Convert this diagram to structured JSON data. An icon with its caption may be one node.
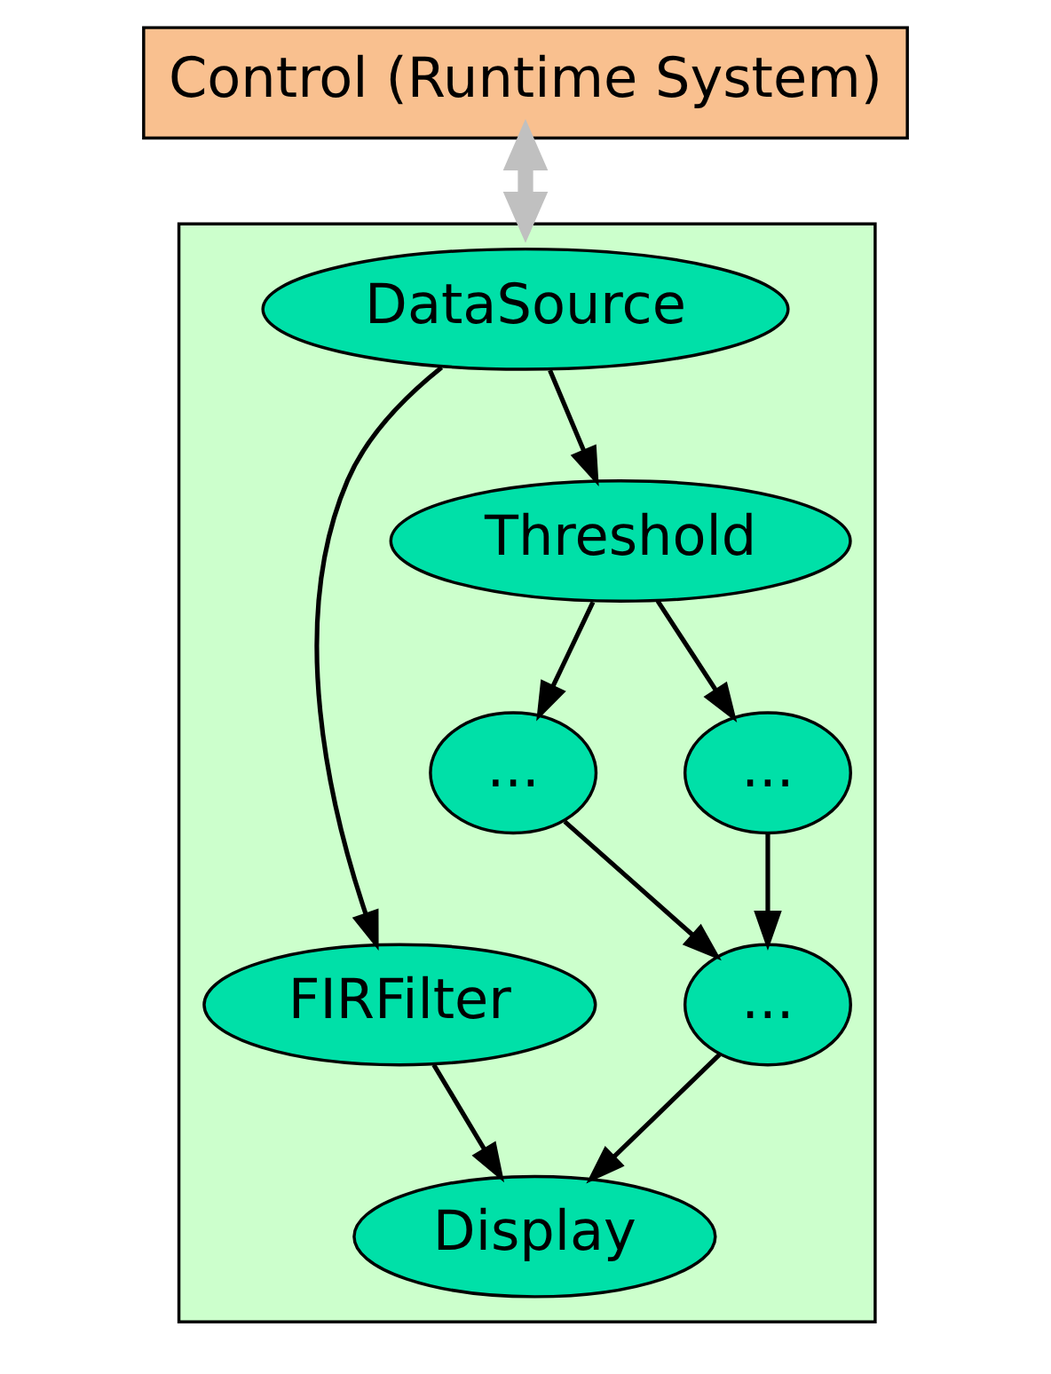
{
  "diagram": {
    "nodes": [
      {
        "text": [
          "Control (Runtime System)"
        ]
      },
      {
        "text": [],
        "shape": "box"
      },
      {
        "text": [
          "DataSource"
        ],
        "in": 1
      },
      {
        "text": [
          "FIRFilter"
        ],
        "in": 1
      },
      {
        "text": [
          "Threshold"
        ],
        "in": 1
      },
      {
        "text": [
          "..."
        ],
        "in": 1
      },
      {
        "text": [
          "..."
        ],
        "in": 1
      },
      {
        "text": [
          "..."
        ],
        "in": 1
      },
      {
        "text": [
          "Display"
        ],
        "in": 1
      }
    ],
    "edges": [
      {
        "from": 0,
        "to": 1,
        "arrow": "both",
        "style": "thick",
        "color": "#c0c0c0"
      },
      {
        "from": 2,
        "to": 3,
        "arrow": "to"
      },
      {
        "from": 2,
        "to": 4,
        "arrow": "to"
      },
      {
        "from": 3,
        "to": 8,
        "arrow": "to"
      },
      {
        "from": 4,
        "to": 5,
        "arrow": "to"
      },
      {
        "from": 4,
        "to": 6,
        "arrow": "to"
      },
      {
        "from": 6,
        "to": 7,
        "arrow": "to"
      },
      {
        "from": 5,
        "to": 7,
        "arrow": "to"
      },
      {
        "from": 7,
        "to": 8,
        "arrow": "to"
      }
    ]
  }
}
